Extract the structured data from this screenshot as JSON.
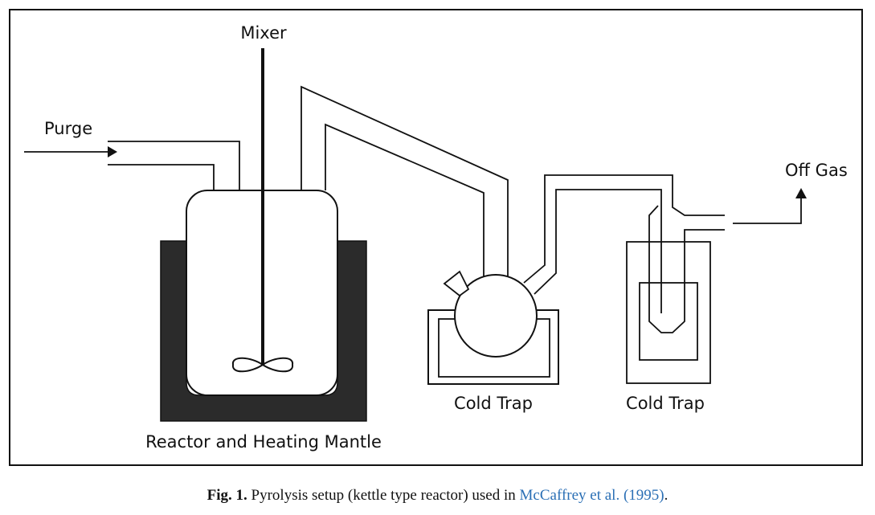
{
  "labels": {
    "mixer": "Mixer",
    "purge": "Purge",
    "off_gas": "Off Gas",
    "cold_trap_1": "Cold Trap",
    "cold_trap_2": "Cold Trap",
    "reactor": "Reactor and Heating Mantle"
  },
  "caption": {
    "label": "Fig. 1.",
    "text": "Pyrolysis setup (kettle type reactor) used in",
    "link": "McCaffrey et al. (1995)",
    "end": "."
  },
  "colors": {
    "line": "#111111",
    "mantle": "#2b2b2b",
    "link": "#2a6fb5"
  }
}
